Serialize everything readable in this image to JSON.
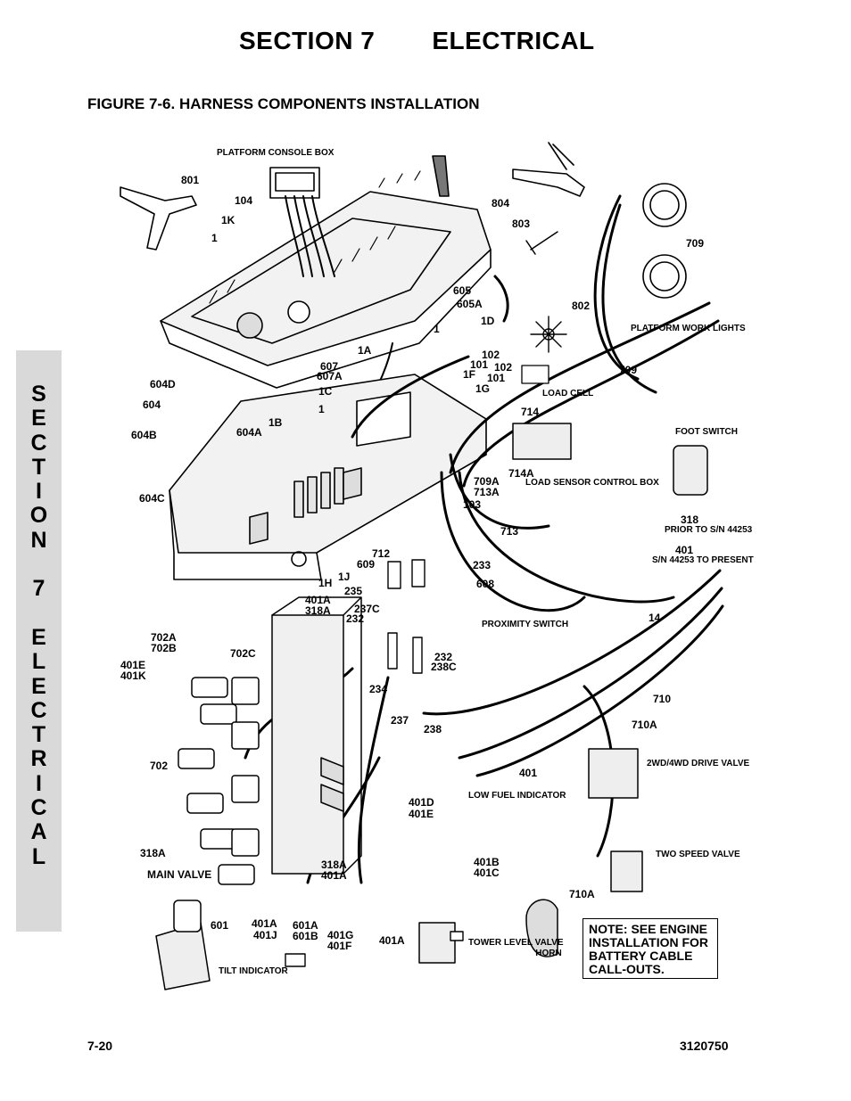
{
  "header": {
    "section": "SECTION 7",
    "name": "ELECTRICAL"
  },
  "figure_title": "FIGURE 7-6. HARNESS COMPONENTS INSTALLATION",
  "side_tab": [
    "S",
    "E",
    "C",
    "T",
    "I",
    "O",
    "N",
    "",
    "7",
    "",
    "E",
    "L",
    "E",
    "C",
    "T",
    "R",
    "I",
    "C",
    "A",
    "L"
  ],
  "labels": {
    "platform_console_box": "PLATFORM CONSOLE BOX",
    "l801": "801",
    "l104": "104",
    "l1K": "1K",
    "l1_a": "1",
    "l804": "804",
    "l803": "803",
    "l709_a": "709",
    "l605": "605",
    "l605A": "605A",
    "l1D": "1D",
    "l802": "802",
    "platform_work_lights": "PLATFORM WORK LIGHTS",
    "l1A": "1A",
    "l1_b": "1",
    "l102_a": "102",
    "l101_a": "101",
    "l102_b": "102",
    "l101_b": "101",
    "l709_b": "709",
    "l607": "607",
    "l607A": "607A",
    "l1F": "1F",
    "l1G": "1G",
    "l1C": "1C",
    "l604D": "604D",
    "l604": "604",
    "l1_c": "1",
    "l1B": "1B",
    "load_cell": "LOAD CELL",
    "l714": "714",
    "l604B": "604B",
    "l604A": "604A",
    "foot_switch": "FOOT SWITCH",
    "l709A": "709A",
    "l713A": "713A",
    "l714A": "714A",
    "load_sensor_control_box": "LOAD SENSOR CONTROL BOX",
    "l604C": "604C",
    "l103": "103",
    "l318": "318",
    "prior_to": "PRIOR TO S/N 44253",
    "l401": "401",
    "sn_to_present": "S/N 44253 TO PRESENT",
    "l713": "713",
    "l712": "712",
    "l609": "609",
    "l233": "233",
    "l1H": "1H",
    "l1J": "1J",
    "l608": "608",
    "l235": "235",
    "l401A_a": "401A",
    "l318A_a": "318A",
    "l237C": "237C",
    "l232_a": "232",
    "l14": "14",
    "proximity_switch": "PROXIMITY SWITCH",
    "l702A": "702A",
    "l702B": "702B",
    "l702C": "702C",
    "l401E_a": "401E",
    "l401K": "401K",
    "l232_b": "232",
    "l238C": "238C",
    "l234": "234",
    "l710": "710",
    "l237": "237",
    "l238": "238",
    "l710A_a": "710A",
    "l702": "702",
    "drive_valve": "2WD/4WD DRIVE VALVE",
    "l401_b": "401",
    "low_fuel_indicator": "LOW FUEL INDICATOR",
    "l401D": "401D",
    "l401E_b": "401E",
    "l318A_b": "318A",
    "main_valve": "MAIN VALVE",
    "two_speed_valve": "TWO SPEED VALVE",
    "l318A_c": "318A",
    "l401A_b": "401A",
    "l401B": "401B",
    "l401C": "401C",
    "l710A_b": "710A",
    "l601": "601",
    "l401A_c": "401A",
    "l401J": "401J",
    "l601A": "601A",
    "l601B": "601B",
    "l401G": "401G",
    "l401F": "401F",
    "l401A_d": "401A",
    "tower_level_valve": "TOWER LEVEL VALVE",
    "horn": "HORN",
    "tilt_indicator": "TILT INDICATOR"
  },
  "note": "NOTE: SEE ENGINE INSTALLATION FOR BATTERY CABLE CALL-OUTS.",
  "footer": {
    "page": "7-20",
    "doc_number": "3120750"
  }
}
